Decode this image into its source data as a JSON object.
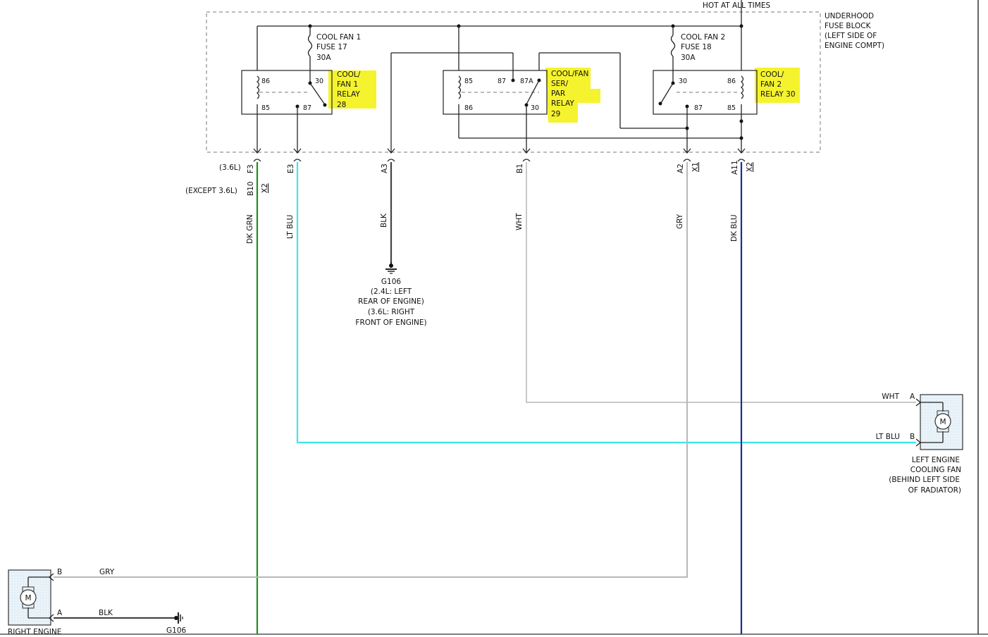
{
  "fuse_block": {
    "hot_label": "HOT AT ALL TIMES",
    "title_lines": [
      "UNDERHOOD",
      "FUSE BLOCK",
      "(LEFT SIDE OF",
      "ENGINE COMPT)"
    ],
    "fuse1_lines": [
      "COOL FAN 1",
      "FUSE 17",
      "30A"
    ],
    "fuse2_lines": [
      "COOL FAN 2",
      "FUSE 18",
      "30A"
    ]
  },
  "relays": {
    "relay1": {
      "lines": [
        "COOL/",
        "FAN 1",
        "RELAY",
        "28"
      ],
      "pins": [
        "86",
        "30",
        "85",
        "87"
      ]
    },
    "relay2": {
      "lines": [
        "COOL/FAN",
        "SER/",
        "PAR",
        "RELAY",
        "29"
      ],
      "pins": [
        "85",
        "87",
        "87A",
        "86",
        "30"
      ]
    },
    "relay3": {
      "lines": [
        "COOL/",
        "FAN 2",
        "RELAY 30"
      ],
      "pins": [
        "30",
        "86",
        "87",
        "85"
      ]
    }
  },
  "connectors": {
    "f3": "F3",
    "f3_note": "(3.6L)",
    "b10": "B10",
    "b10_note": "(EXCEPT 3.6L)",
    "x2": "X2",
    "e3": "E3",
    "a3": "A3",
    "b1": "B1",
    "a2": "A2",
    "x1": "X1",
    "a11": "A11",
    "x2b": "X2"
  },
  "wires": {
    "dk_grn": "DK GRN",
    "lt_blu": "LT BLU",
    "blk": "BLK",
    "wht": "WHT",
    "gry": "GRY",
    "dk_blu": "DK BLU"
  },
  "ground": {
    "name": "G106",
    "lines": [
      "(2.4L: LEFT",
      "REAR OF ENGINE)",
      "(3.6L: RIGHT",
      "FRONT OF ENGINE)"
    ]
  },
  "left_fan": {
    "pin_a_wire": "WHT",
    "pin_a": "A",
    "pin_b_wire": "LT BLU",
    "pin_b": "B",
    "motor": "M",
    "lines": [
      "LEFT ENGINE",
      "COOLING FAN",
      "(BEHIND LEFT SIDE",
      "OF RADIATOR)"
    ]
  },
  "right_fan": {
    "pin_b": "B",
    "pin_b_wire": "GRY",
    "pin_a": "A",
    "pin_a_wire": "BLK",
    "ground": "G106",
    "motor": "M",
    "label": "RIGHT ENGINE"
  },
  "colors": {
    "dk_grn": "#1f8f1f",
    "lt_blu": "#3ee6ea",
    "blk": "#444444",
    "wht": "#c8c8c8",
    "gry": "#b7b7b7",
    "dk_blu": "#1a2e8f",
    "highlight": "#f4f21c",
    "fuse_block_fill": "#e8f2f8"
  }
}
